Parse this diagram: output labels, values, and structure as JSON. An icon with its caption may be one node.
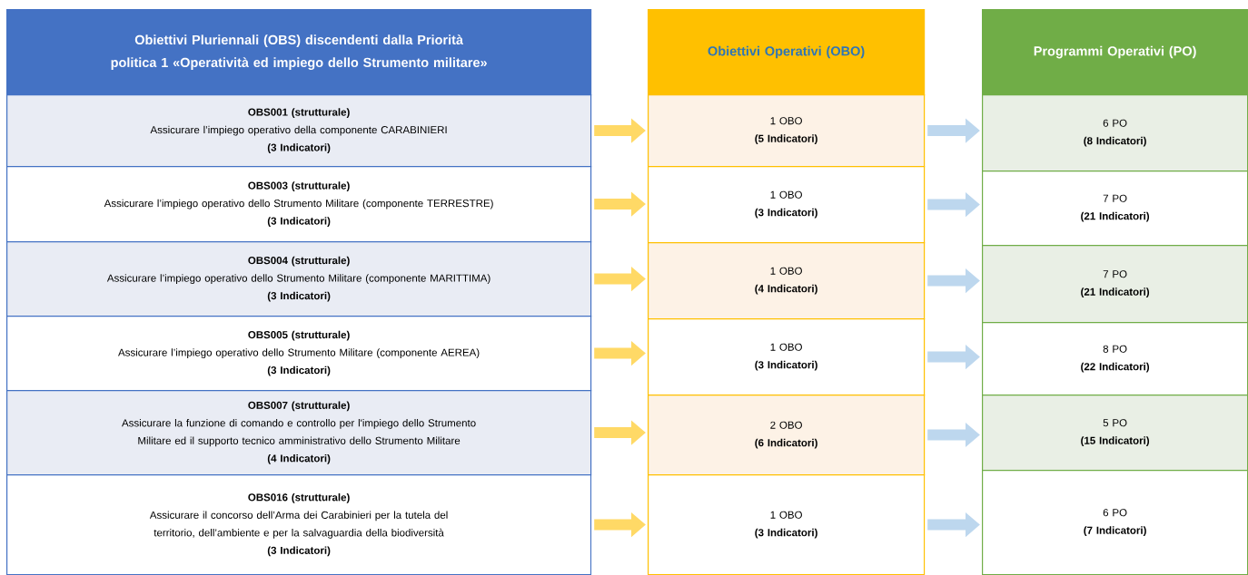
{
  "diagram": {
    "nodes": [
      {
        "text": [
          "Obiettivi Pluriennali (OBS) discendenti dalla Priorità politica 1 «Operatività ed impiego dello Strumento militare»"
        ]
      },
      {
        "text": [
          "OBS001 (strutturale)",
          "Assicurare l’impiego operativo della componente CARABINIERI",
          "(3 Indicatori)"
        ]
      },
      {
        "text": [
          "OBS003 (strutturale)",
          "Assicurare l’impiego operativo dello Strumento Militare (componente TERRESTRE)",
          "(3 Indicatori)"
        ]
      },
      {
        "text": [
          "OBS004 (strutturale)",
          "Assicurare l’impiego operativo dello Strumento Militare (componente MARITTIMA)",
          "(3 Indicatori)"
        ]
      },
      {
        "text": [
          "OBS005 (strutturale)",
          "Assicurare l’impiego operativo dello Strumento Militare (componente AEREA)",
          "(3 Indicatori)"
        ]
      },
      {
        "text": [
          "OBS007 (strutturale)",
          "Assicurare la funzione di comando e controllo per l'impiego dello Strumento Militare ed il supporto tecnico amministrativo dello Strumento Militare",
          "(4 Indicatori)"
        ]
      },
      {
        "text": [
          "OBS016 (strutturale)",
          "Assicurare il concorso dell’Arma dei Carabinieri per la tutela del territorio, dell’ambiente e per la salvaguardia della biodiversità",
          "(3 Indicatori)"
        ]
      },
      {
        "text": [
          "Obiettivi Operativi (OBO)"
        ]
      },
      {
        "text": [
          "1 OBO",
          "(5 Indicatori)"
        ]
      },
      {
        "text": [
          "1 OBO",
          "(3 Indicatori)"
        ]
      },
      {
        "text": [
          "1 OBO",
          "(4 Indicatori)"
        ]
      },
      {
        "text": [
          "1 OBO",
          "(3 Indicatori)"
        ]
      },
      {
        "text": [
          "2 OBO",
          "(6 Indicatori)"
        ]
      },
      {
        "text": [
          "1 OBO",
          "(3 Indicatori)"
        ]
      },
      {
        "text": [
          "Programmi Operativi (PO)"
        ]
      },
      {
        "text": [
          "6 PO",
          "(8 Indicatori)"
        ]
      },
      {
        "text": [
          "7 PO",
          "(21 Indicatori)"
        ]
      },
      {
        "text": [
          "7 PO",
          "(21 Indicatori)"
        ]
      },
      {
        "text": [
          "8 PO",
          "(22 Indicatori)"
        ]
      },
      {
        "text": [
          "5 PO",
          "(15 Indicatori)"
        ]
      },
      {
        "text": [
          "6 PO",
          "(7 Indicatori)"
        ]
      }
    ],
    "edges": [
      {
        "from": 1,
        "to": 8,
        "arrow": "to",
        "color": "#ffd966"
      },
      {
        "from": 2,
        "to": 9,
        "arrow": "to",
        "color": "#ffd966"
      },
      {
        "from": 3,
        "to": 10,
        "arrow": "to",
        "color": "#ffd966"
      },
      {
        "from": 4,
        "to": 11,
        "arrow": "to",
        "color": "#ffd966"
      },
      {
        "from": 5,
        "to": 12,
        "arrow": "to",
        "color": "#ffd966"
      },
      {
        "from": 6,
        "to": 13,
        "arrow": "to",
        "color": "#ffd966"
      },
      {
        "from": 8,
        "to": 15,
        "arrow": "to",
        "color": "#bdd7ee"
      },
      {
        "from": 9,
        "to": 16,
        "arrow": "to",
        "color": "#bdd7ee"
      },
      {
        "from": 10,
        "to": 17,
        "arrow": "to",
        "color": "#bdd7ee"
      },
      {
        "from": 11,
        "to": 18,
        "arrow": "to",
        "color": "#bdd7ee"
      },
      {
        "from": 12,
        "to": 19,
        "arrow": "to",
        "color": "#bdd7ee"
      },
      {
        "from": 13,
        "to": 20,
        "arrow": "to",
        "color": "#bdd7ee"
      }
    ]
  }
}
